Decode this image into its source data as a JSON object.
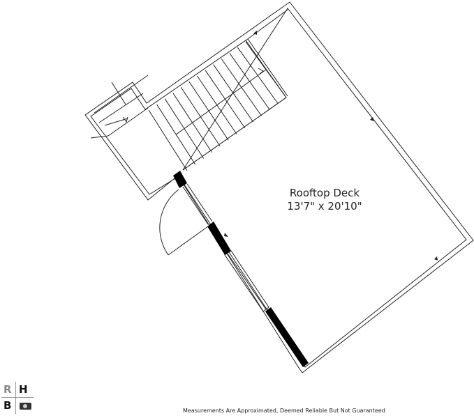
{
  "room": {
    "name": "Rooftop Deck",
    "dimensions": "13'7\" x 20'10\""
  },
  "footer": {
    "disclaimer": "Measurements Are Approximated, Deemed Reliable But Not Guaranteed"
  },
  "logo": {
    "letters": [
      "R",
      "H",
      "B"
    ],
    "icon": "camera-icon"
  },
  "colors": {
    "line": "#222222",
    "wall_fill": "#000000",
    "background": "#ffffff"
  }
}
